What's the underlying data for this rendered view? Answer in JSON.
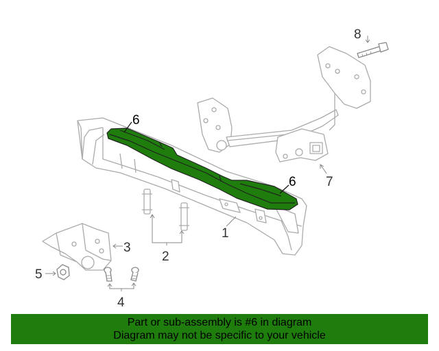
{
  "callouts": {
    "c1": "1",
    "c2": "2",
    "c3": "3",
    "c4": "4",
    "c5": "5",
    "c6a": "6",
    "c6b": "6",
    "c7": "7",
    "c8": "8"
  },
  "banner": {
    "line1": "Part or sub-assembly is #6 in diagram",
    "line2": "Diagram may not be specific to your vehicle"
  },
  "colors": {
    "highlight": "#1e7d0c",
    "outline": "#aaaaaa",
    "banner_bg": "#1e7d0c"
  }
}
